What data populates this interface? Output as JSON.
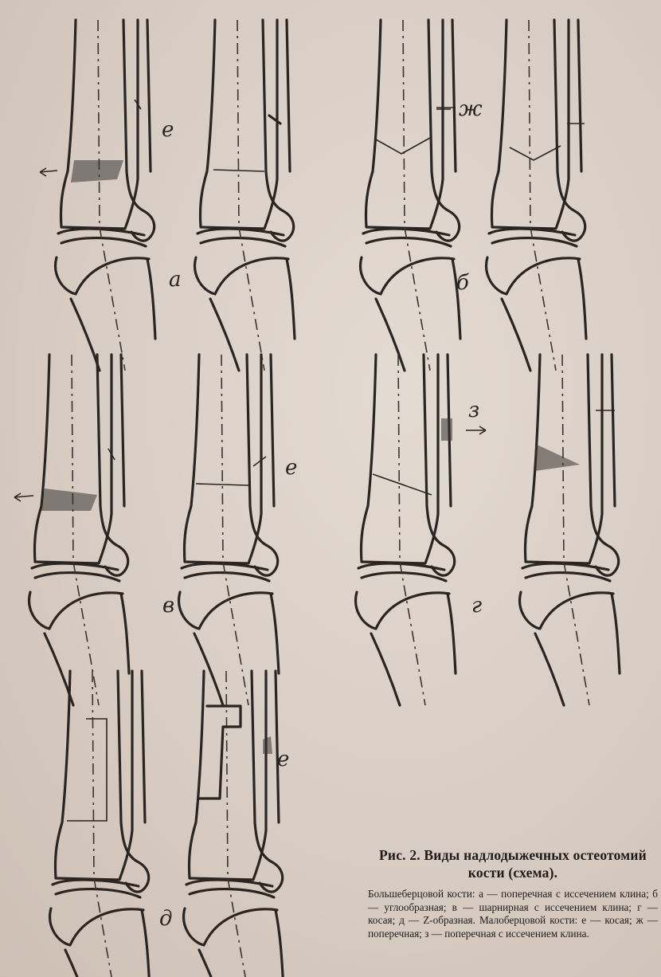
{
  "figure": {
    "labels": {
      "a": "а",
      "b": "б",
      "v": "в",
      "g": "г",
      "d": "д",
      "e1": "е",
      "e2": "е",
      "e3": "е",
      "zh": "ж",
      "z": "з"
    }
  },
  "caption": {
    "title": "Рис. 2. Виды надлодыжечных остеотомий кости (схема).",
    "body": "Большеберцовой кости: а — поперечная с иссечением клина; б — углообразная; в — шарнирная с иссечением клина; г — косая; д — Z-образная. Малоберцовой кости: е — косая; ж — поперечная; з — поперечная с иссечением клина."
  }
}
